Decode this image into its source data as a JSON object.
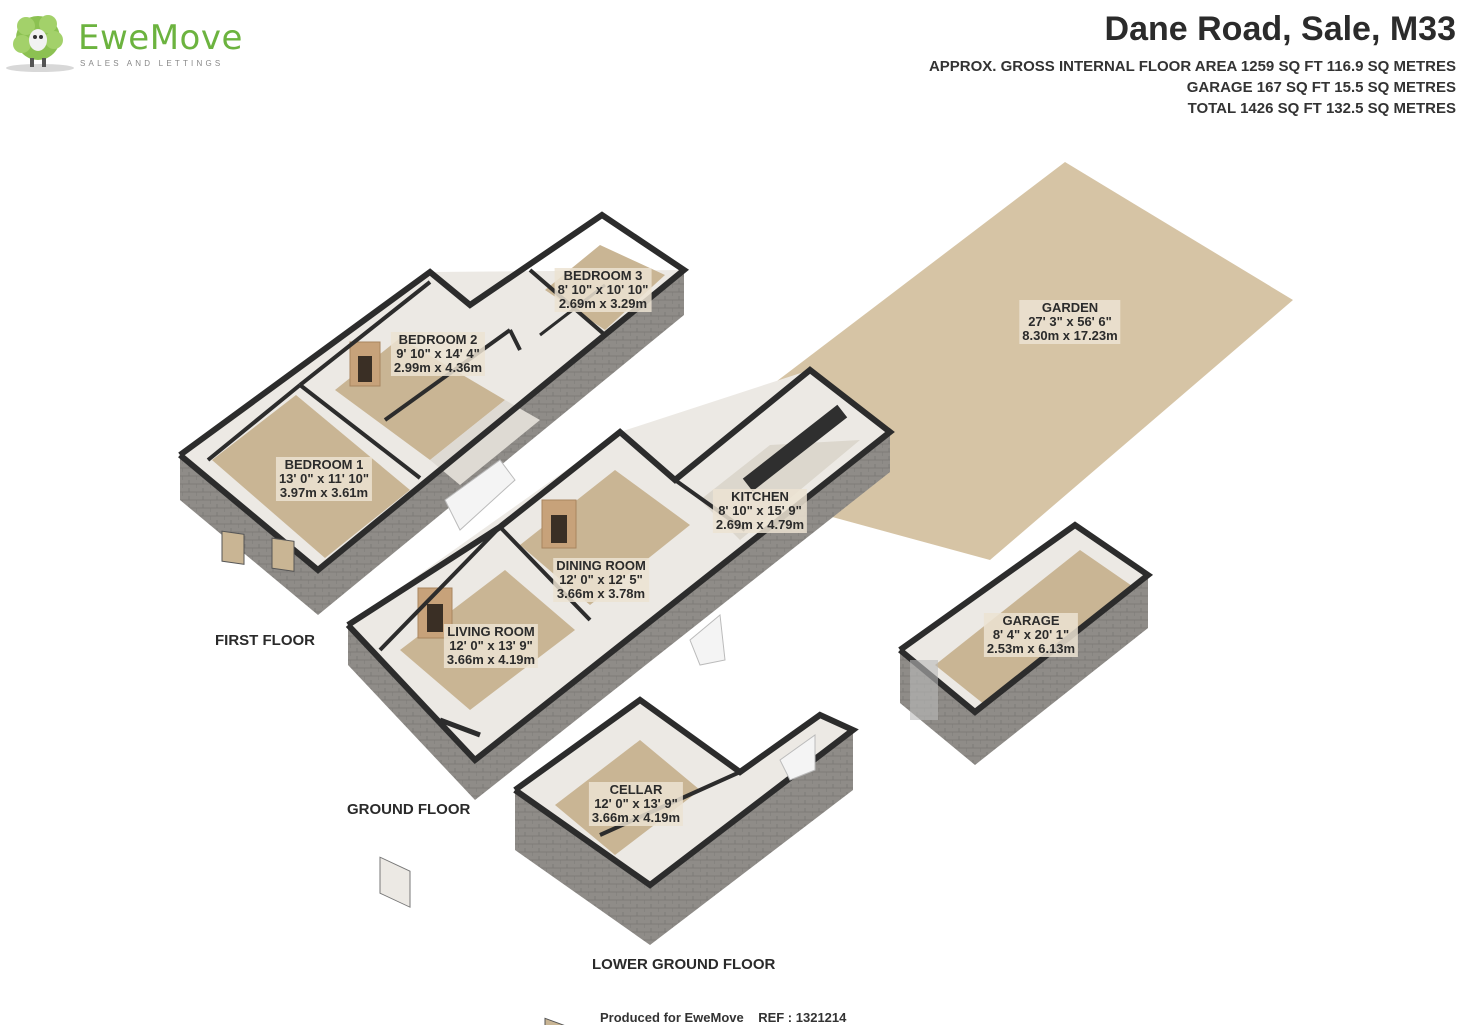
{
  "brand": {
    "name": "EweMove",
    "tagline": "SALES AND LETTINGS",
    "color": "#6cb33f",
    "icon": "sheep-mascot-icon"
  },
  "header": {
    "title": "Dane Road, Sale, M33",
    "area_lines": [
      "APPROX. GROSS INTERNAL FLOOR AREA 1259 SQ FT 116.9 SQ METRES",
      "GARAGE 167 SQ FT 15.5 SQ METRES",
      "TOTAL 1426 SQ FT 132.5 SQ METRES"
    ]
  },
  "rooms": {
    "bedroom3": {
      "name": "BEDROOM 3",
      "imperial": "8' 10\" x 10' 10\"",
      "metric": "2.69m x 3.29m"
    },
    "bedroom2": {
      "name": "BEDROOM 2",
      "imperial": "9' 10\" x 14' 4\"",
      "metric": "2.99m x 4.36m"
    },
    "bedroom1": {
      "name": "BEDROOM 1",
      "imperial": "13' 0\" x 11' 10\"",
      "metric": "3.97m x 3.61m"
    },
    "garden": {
      "name": "GARDEN",
      "imperial": "27' 3\" x 56' 6\"",
      "metric": "8.30m x 17.23m"
    },
    "kitchen": {
      "name": "KITCHEN",
      "imperial": "8' 10\" x 15' 9\"",
      "metric": "2.69m x 4.79m"
    },
    "dining": {
      "name": "DINING ROOM",
      "imperial": "12' 0\" x 12' 5\"",
      "metric": "3.66m x 3.78m"
    },
    "living": {
      "name": "LIVING ROOM",
      "imperial": "12' 0\" x 13' 9\"",
      "metric": "3.66m x 4.19m"
    },
    "garage": {
      "name": "GARAGE",
      "imperial": "8' 4\" x 20' 1\"",
      "metric": "2.53m x 6.13m"
    },
    "cellar": {
      "name": "CELLAR",
      "imperial": "12' 0\" x 13' 9\"",
      "metric": "3.66m x 4.19m"
    }
  },
  "floors": {
    "first": "FIRST FLOOR",
    "ground": "GROUND FLOOR",
    "lower": "LOWER GROUND FLOOR"
  },
  "footer": {
    "text": "Produced for EweMove    REF : 1321214"
  },
  "colors": {
    "floor": "#c9b594",
    "garden": "#d6c4a5",
    "wall_outer": "#8f8c88",
    "wall_inner": "#ece9e4",
    "wall_top": "#2c2c2c",
    "fireplace": "#c7a27a"
  }
}
